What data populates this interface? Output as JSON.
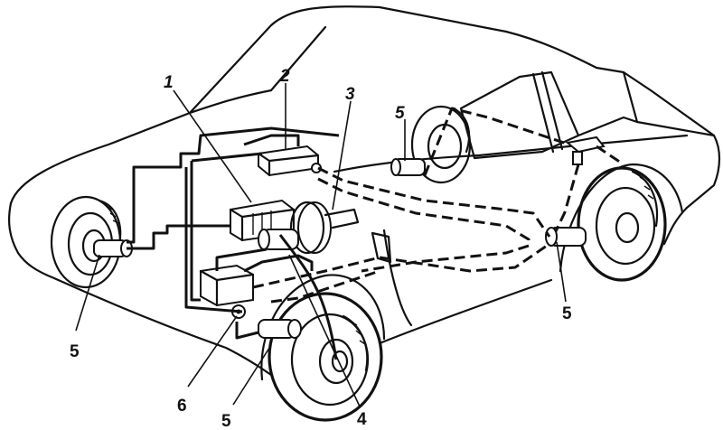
{
  "callouts": {
    "c1": "1",
    "c2": "2",
    "c3": "3",
    "c4": "4",
    "c5_rear_left": "5",
    "c5_front_left": "5",
    "c5_front_right": "5",
    "c5_rear_right": "5",
    "c6": "6"
  },
  "colors": {
    "ink": "#111111",
    "paper": "#ffffff"
  }
}
